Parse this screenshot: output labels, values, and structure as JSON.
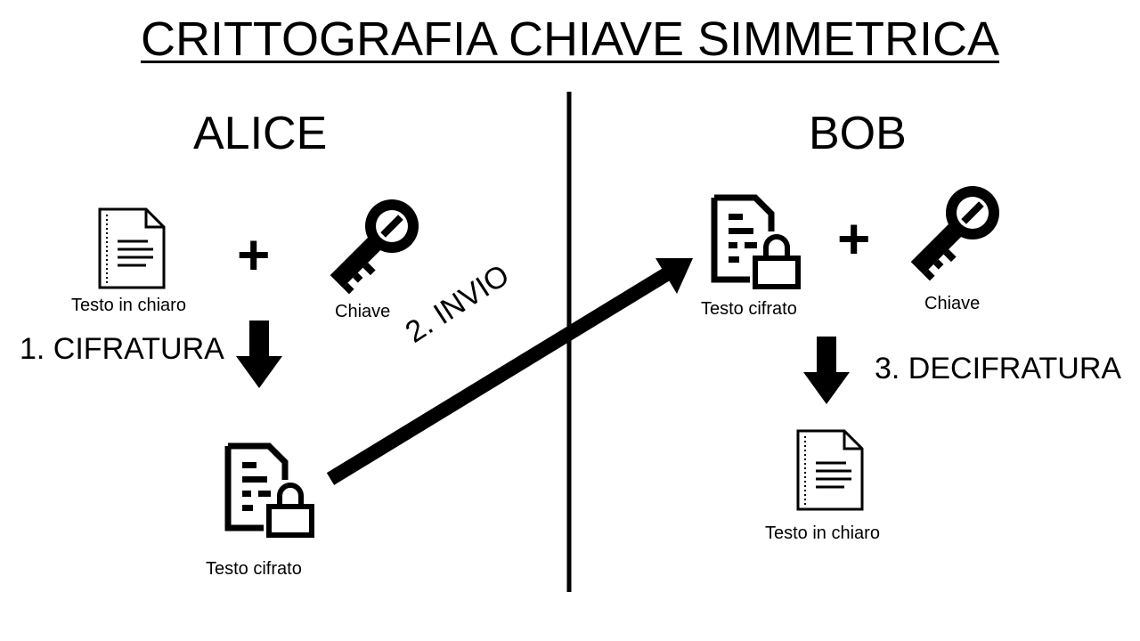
{
  "title": "CRITTOGRAFIA CHIAVE SIMMETRICA",
  "alice": {
    "name": "ALICE",
    "plaintext_label": "Testo in chiaro",
    "plus": "+",
    "key_label": "Chiave",
    "step1": "1. CIFRATURA",
    "ciphertext_label": "Testo cifrato"
  },
  "transfer": {
    "step2": "2. INVIO"
  },
  "bob": {
    "name": "BOB",
    "ciphertext_label": "Testo cifrato",
    "plus": "+",
    "key_label": "Chiave",
    "step3": "3. DECIFRATURA",
    "plaintext_label": "Testo in chiaro"
  },
  "icons": [
    "document-icon",
    "key-icon",
    "locked-document-icon",
    "down-arrow-icon",
    "diagonal-arrow-icon"
  ]
}
